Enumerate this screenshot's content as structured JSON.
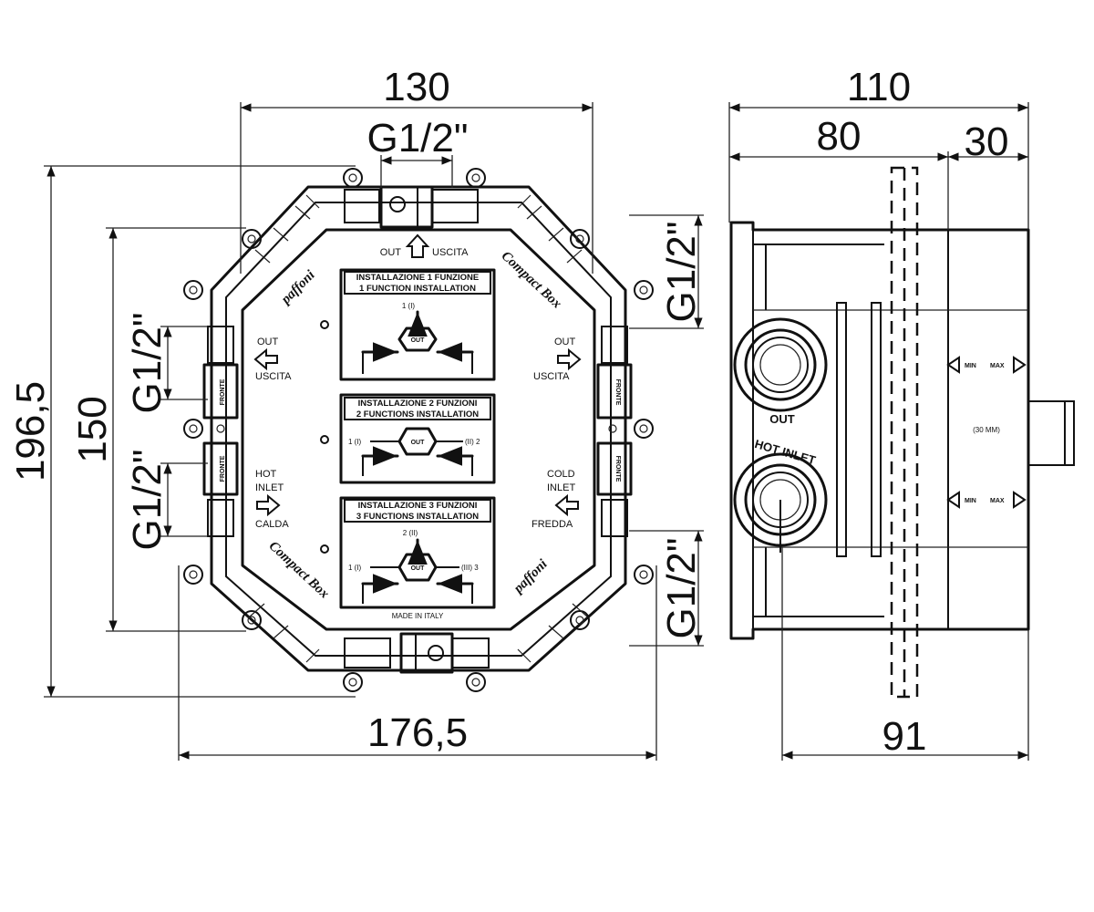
{
  "dimensions": {
    "width_130": "130",
    "g12_top": "G1/2\"",
    "height_196_5": "196,5",
    "height_150": "150",
    "g12_left_upper": "G1/2\"",
    "g12_left_lower": "G1/2\"",
    "width_176_5": "176,5",
    "g12_right_upper": "G1/2\"",
    "g12_right_lower": "G1/2\"",
    "depth_110": "110",
    "depth_80": "80",
    "depth_30": "30",
    "depth_91": "91"
  },
  "front_view": {
    "top_port": {
      "out": "OUT",
      "uscita": "USCITA"
    },
    "left_out": {
      "line1": "OUT",
      "line2": "USCITA"
    },
    "right_out": {
      "line1": "OUT",
      "line2": "USCITA"
    },
    "left_hot": {
      "line1": "HOT",
      "line2": "INLET",
      "line3": "CALDA"
    },
    "right_cold": {
      "line1": "COLD",
      "line2": "INLET",
      "line3": "FREDDA"
    },
    "fronte_label": "FRONTE",
    "brand_a": "Compact Box",
    "brand_b": "paffoni",
    "made_in": "MADE IN ITALY",
    "panels": [
      {
        "title_it": "INSTALLAZIONE 1 FUNZIONE",
        "title_en": "1 FUNCTION INSTALLATION",
        "marks": [
          "1 (I)"
        ]
      },
      {
        "title_it": "INSTALLAZIONE 2 FUNZIONI",
        "title_en": "2 FUNCTIONS INSTALLATION",
        "marks": [
          "1 (I)",
          "(II) 2"
        ]
      },
      {
        "title_it": "INSTALLAZIONE 3 FUNZIONI",
        "title_en": "3 FUNCTIONS INSTALLATION",
        "marks": [
          "2 (II)",
          "1 (I)",
          "(III) 3"
        ]
      }
    ],
    "out_mark": "OUT"
  },
  "side_view": {
    "out_label": "OUT",
    "hot_inlet_label": "HOT INLET",
    "min": "MIN",
    "max": "MAX",
    "range_note": "(30 MM)"
  }
}
